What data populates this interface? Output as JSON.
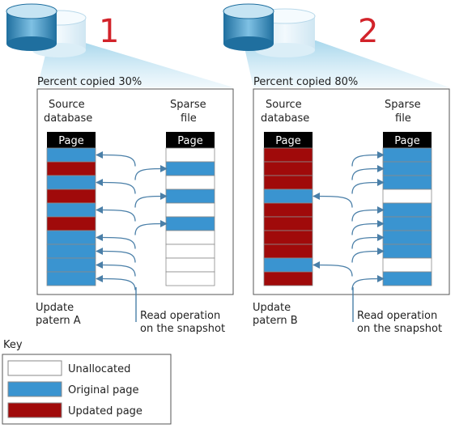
{
  "panels": [
    {
      "number": "1",
      "percent_copied": "Percent copied 30%",
      "source_label_1": "Source",
      "source_label_2": "database",
      "sparse_label_1": "Sparse",
      "sparse_label_2": "file",
      "page_header": "Page",
      "source_pages": [
        "original",
        "updated",
        "original",
        "updated",
        "original",
        "updated",
        "original",
        "original",
        "original",
        "original"
      ],
      "sparse_pages": [
        "unallocated",
        "original",
        "unallocated",
        "original",
        "unallocated",
        "original",
        "unallocated",
        "unallocated",
        "unallocated",
        "unallocated"
      ],
      "update_label_1": "Update",
      "update_label_2": "patern A",
      "read_label_1": "Read operation",
      "read_label_2": "on the snapshot"
    },
    {
      "number": "2",
      "percent_copied": "Percent copied 80%",
      "source_label_1": "Source",
      "source_label_2": "database",
      "sparse_label_1": "Sparse",
      "sparse_label_2": "file",
      "page_header": "Page",
      "source_pages": [
        "updated",
        "updated",
        "updated",
        "original",
        "updated",
        "updated",
        "updated",
        "updated",
        "original",
        "updated"
      ],
      "sparse_pages": [
        "original",
        "original",
        "original",
        "unallocated",
        "original",
        "original",
        "original",
        "original",
        "unallocated",
        "original"
      ],
      "update_label_1": "Update",
      "update_label_2": "patern B",
      "read_label_1": "Read operation",
      "read_label_2": "on the snapshot"
    }
  ],
  "key": {
    "title": "Key",
    "items": [
      {
        "label": "Unallocated",
        "kind": "unallocated"
      },
      {
        "label": "Original page",
        "kind": "original"
      },
      {
        "label": "Updated page",
        "kind": "updated"
      }
    ]
  },
  "colors": {
    "original": "#3a94d0",
    "updated": "#a00a0a",
    "unallocated": "#ffffff",
    "header": "#000000",
    "number": "#d2232a",
    "arrow": "#4a7fa8"
  }
}
